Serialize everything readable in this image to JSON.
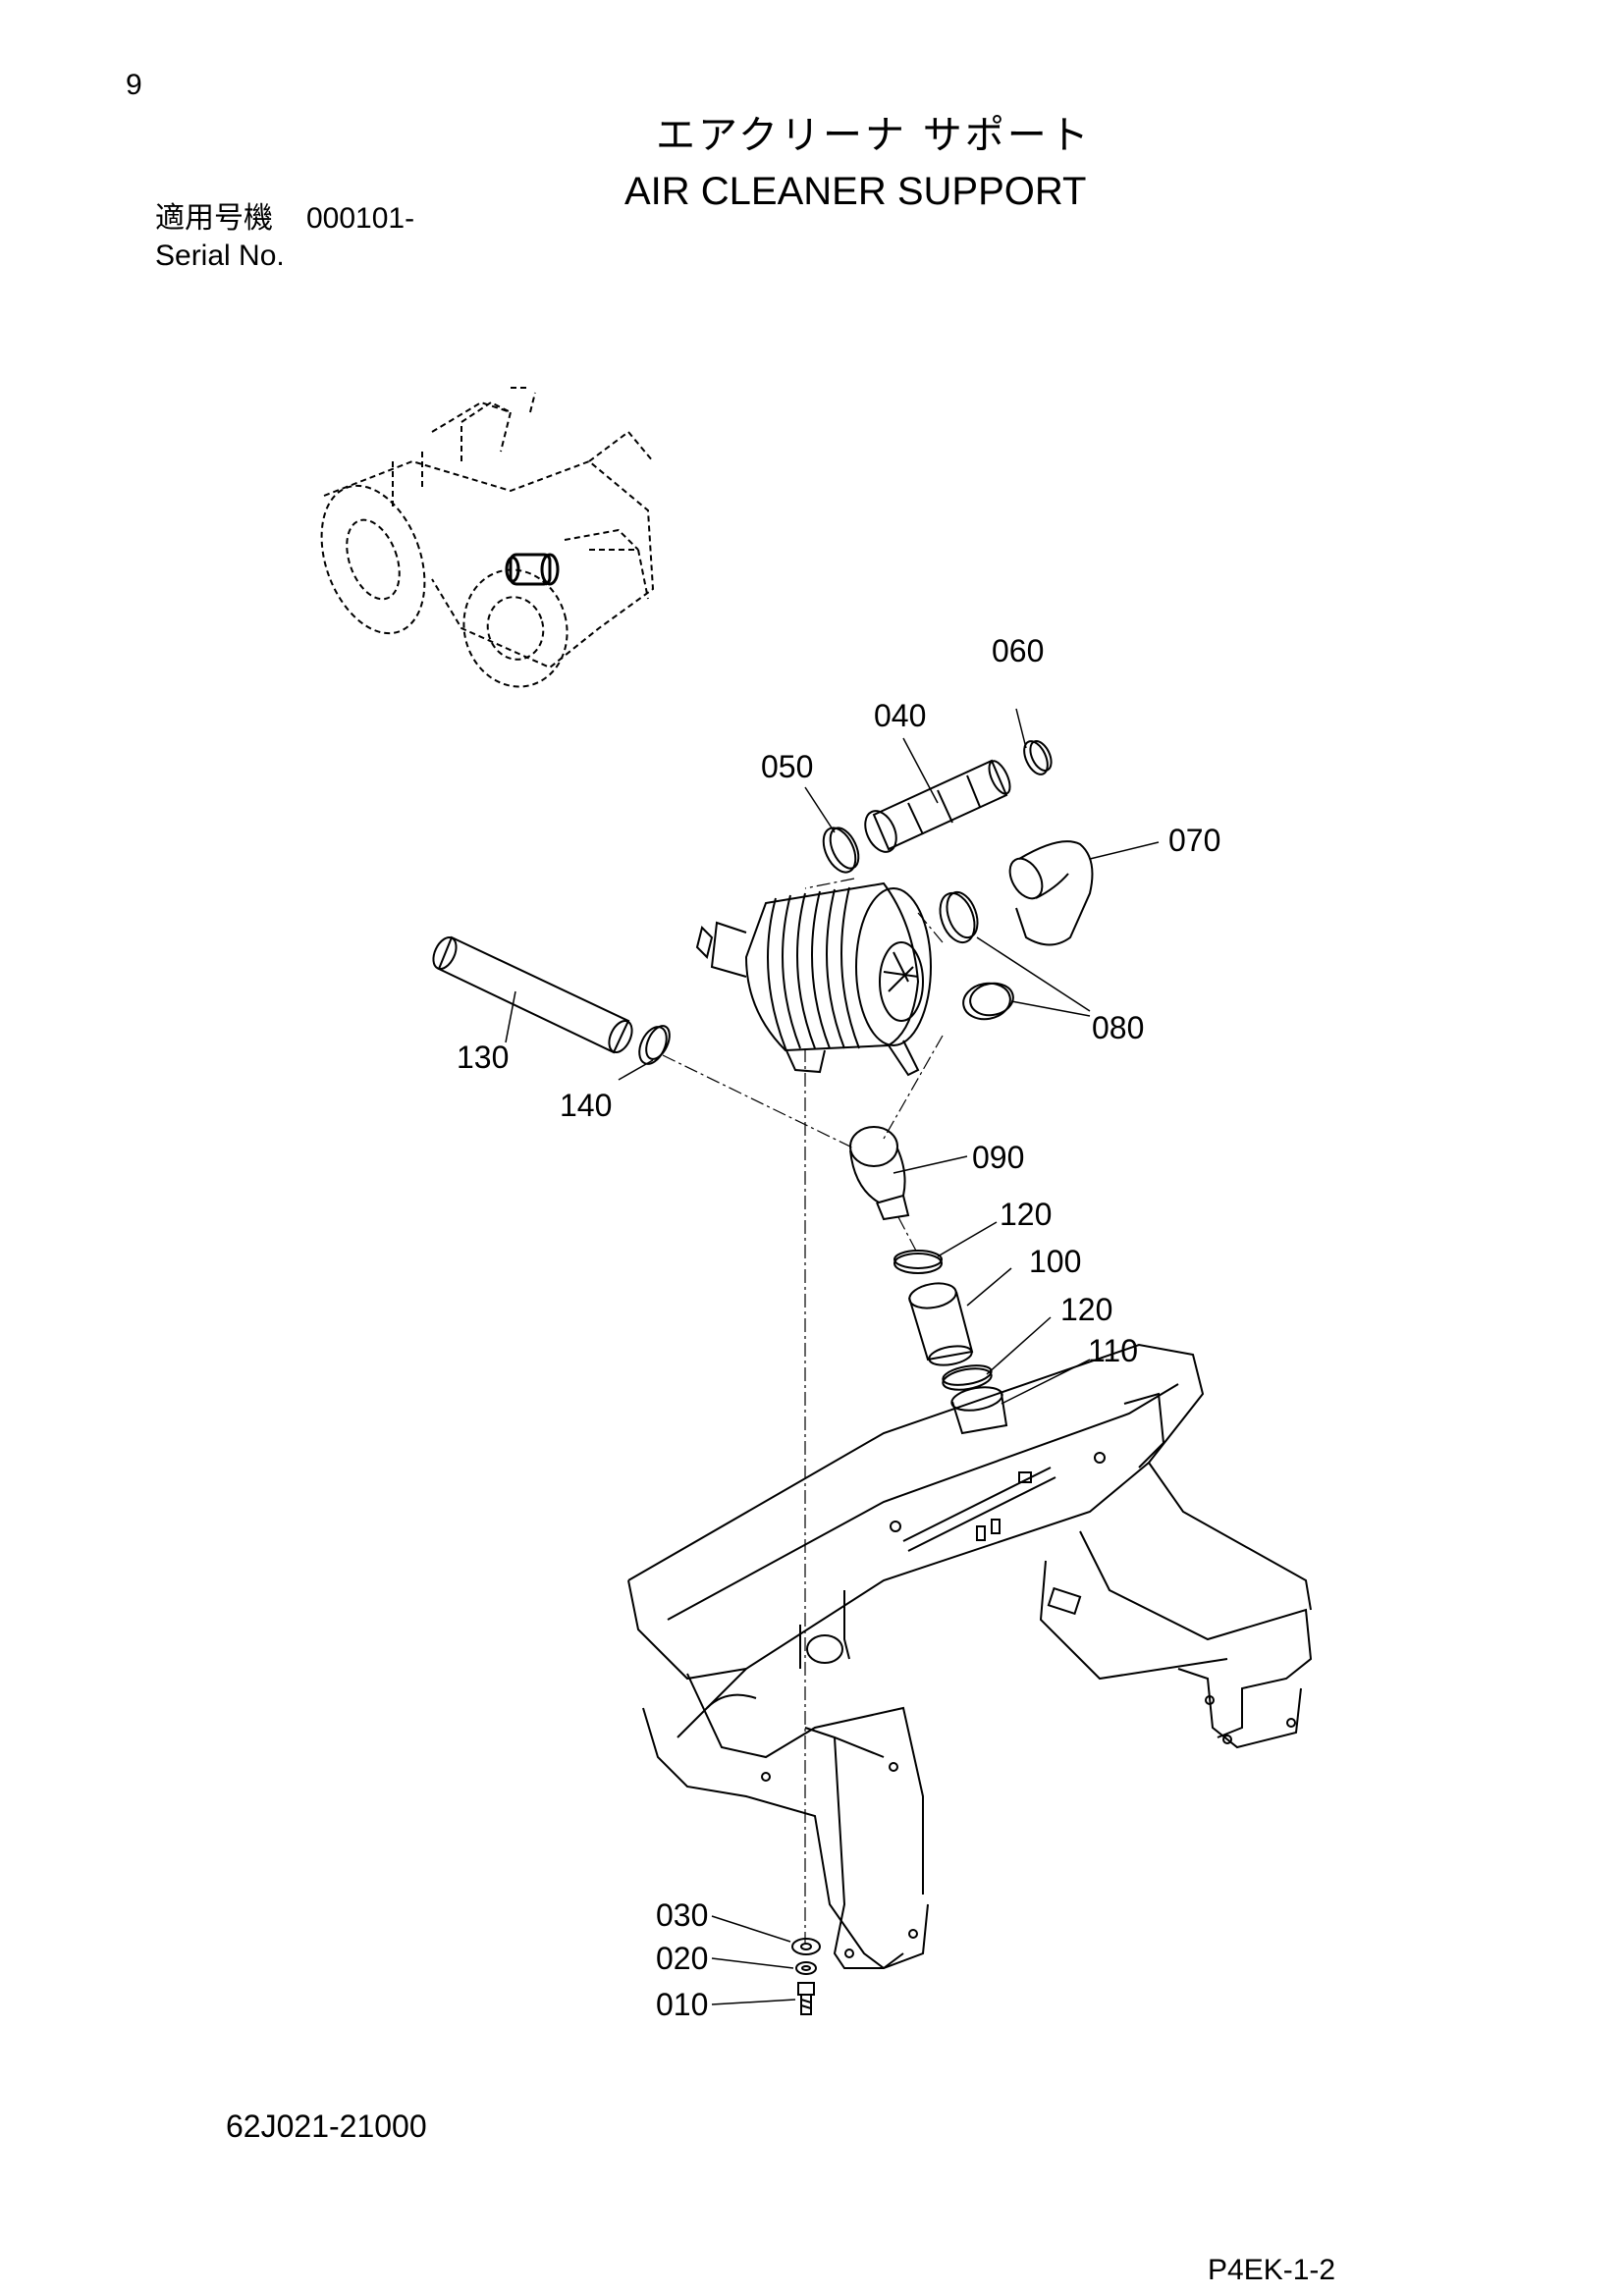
{
  "header": {
    "page_number": "9",
    "title_jp": "エアクリーナ サポート",
    "title_en": "AIR CLEANER SUPPORT",
    "serial_label_jp": "適用号機",
    "serial_value": "000101-",
    "serial_label_en": "Serial No."
  },
  "diagram": {
    "part_labels": {
      "p010": "010",
      "p020": "020",
      "p030": "030",
      "p040": "040",
      "p050": "050",
      "p060": "060",
      "p070": "070",
      "p080": "080",
      "p090": "090",
      "p100": "100",
      "p110": "110",
      "p120a": "120",
      "p120b": "120",
      "p130": "130",
      "p140": "140"
    }
  },
  "footer": {
    "document_code": "62J021-21000",
    "page_code": "P4EK-1-2"
  }
}
